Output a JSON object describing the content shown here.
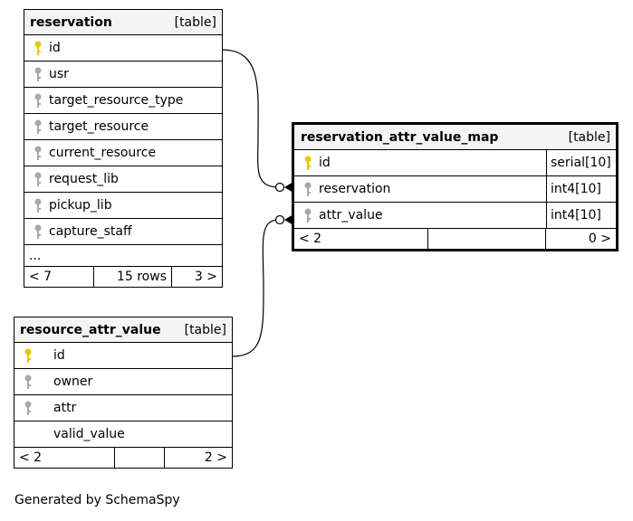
{
  "tables": {
    "reservation": {
      "name": "reservation",
      "kind": "[table]",
      "columns": [
        "id",
        "usr",
        "target_resource_type",
        "target_resource",
        "current_resource",
        "request_lib",
        "pickup_lib",
        "capture_staff"
      ],
      "ellipsis": "...",
      "footer": {
        "left": "< 7",
        "center": "15 rows",
        "right": "3 >"
      }
    },
    "reservation_attr_value_map": {
      "name": "reservation_attr_value_map",
      "kind": "[table]",
      "columns": [
        {
          "name": "id",
          "type": "serial[10]"
        },
        {
          "name": "reservation",
          "type": "int4[10]"
        },
        {
          "name": "attr_value",
          "type": "int4[10]"
        }
      ],
      "footer": {
        "left": "< 2",
        "center": "",
        "right": "0 >"
      }
    },
    "resource_attr_value": {
      "name": "resource_attr_value",
      "kind": "[table]",
      "columns": [
        "id",
        "owner",
        "attr",
        "valid_value"
      ],
      "footer": {
        "left": "< 2",
        "center": "",
        "right": "2 >"
      }
    }
  },
  "icons": {
    "primary_key": "gold-key-icon",
    "foreign_key": "gray-key-icon"
  },
  "colors": {
    "primary_key": "#e6c800",
    "foreign_key": "#a8a8a8",
    "header_bg": "#f4f4f4"
  },
  "caption": "Generated by SchemaSpy"
}
